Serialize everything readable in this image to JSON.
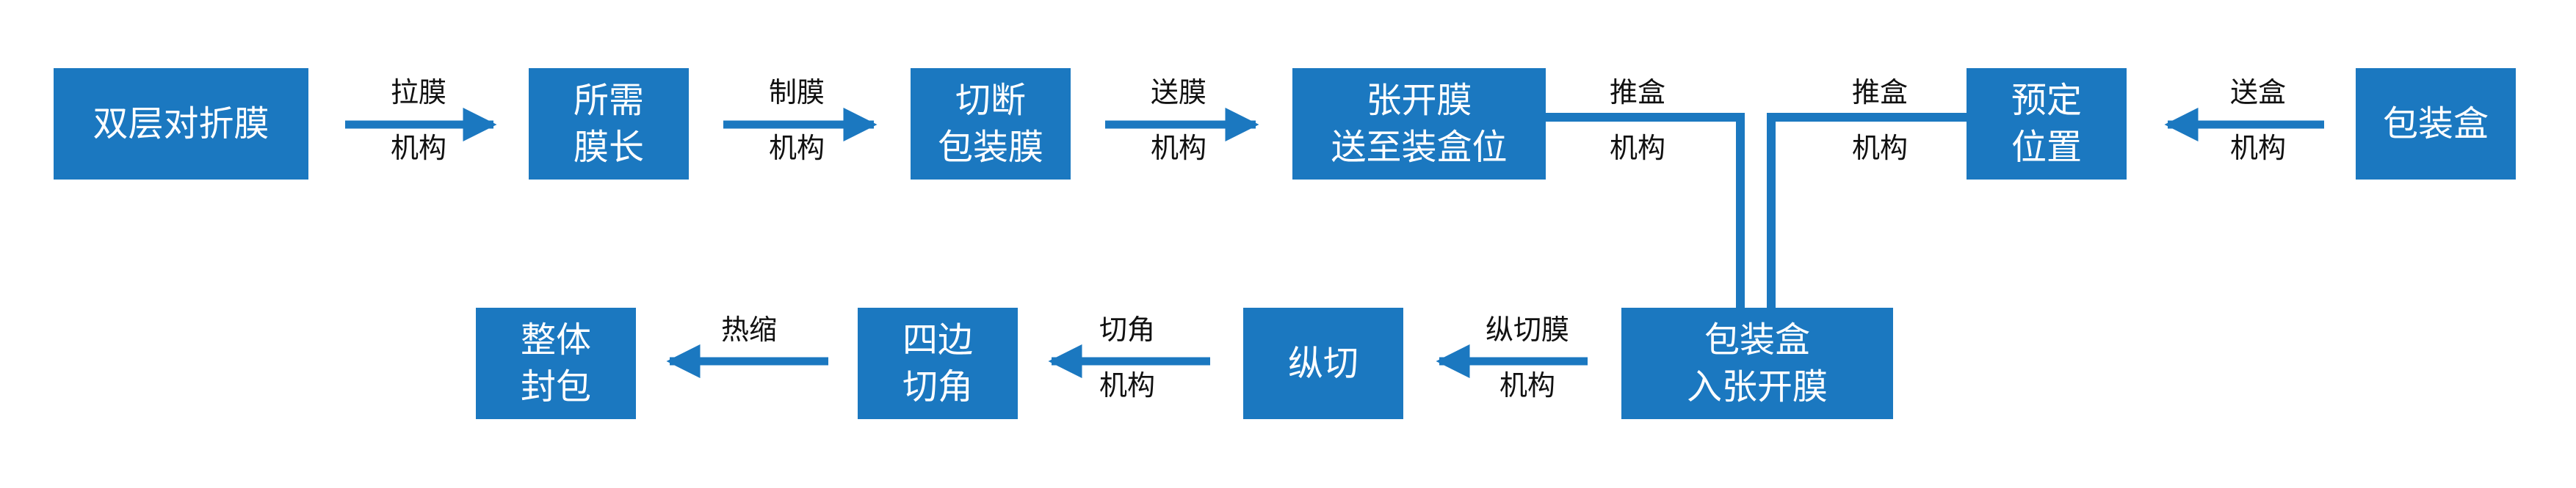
{
  "colors": {
    "box": "#1b78c0",
    "arrow": "#1b78c0",
    "text": "#ffffff",
    "label": "#111111"
  },
  "top_row": {
    "b1": [
      "双层对折膜"
    ],
    "b2": [
      "所需",
      "膜长"
    ],
    "b3": [
      "切断",
      "包装膜"
    ],
    "b4": [
      "张开膜",
      "送至装盒位"
    ],
    "b5": [
      "预定",
      "位置"
    ],
    "b6": [
      "包装盒"
    ],
    "l1": [
      "拉膜",
      "机构"
    ],
    "l2": [
      "制膜",
      "机构"
    ],
    "l3": [
      "送膜",
      "机构"
    ],
    "l4": [
      "推盒",
      "机构"
    ],
    "l5": [
      "推盒",
      "机构"
    ],
    "l6": [
      "送盒",
      "机构"
    ]
  },
  "bottom_row": {
    "b7": [
      "包装盒",
      "入张开膜"
    ],
    "b8": [
      "纵切"
    ],
    "b9": [
      "四边",
      "切角"
    ],
    "b10": [
      "整体",
      "封包"
    ],
    "l7": [
      "纵切膜",
      "机构"
    ],
    "l8": [
      "切角",
      "机构"
    ],
    "l9": [
      "热缩"
    ]
  }
}
